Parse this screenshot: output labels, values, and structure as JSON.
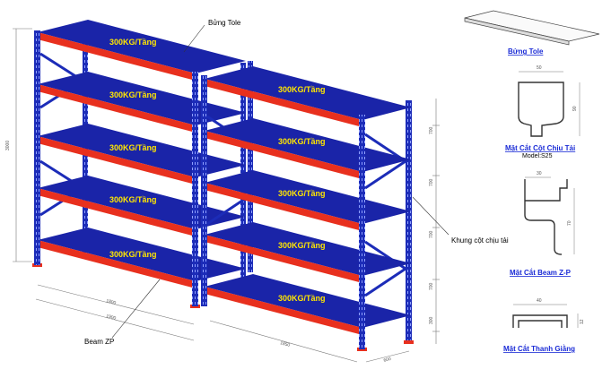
{
  "callouts": {
    "bung_tole": "Bửng Tole",
    "khung_cot": "Khung cột chịu tải",
    "beam_zp": "Beam ZP"
  },
  "load_label": "300KG/Tầng",
  "dimensions": {
    "total_height": "3000",
    "width_a": "1800",
    "width_b": "1900",
    "width_c": "1850",
    "depth": "600",
    "level_pitch": [
      "700",
      "700",
      "700",
      "700",
      "300"
    ]
  },
  "sections": {
    "tole": {
      "caption": "Bửng Tole"
    },
    "column": {
      "caption": "Mặt Cắt Cột Chịu Tải",
      "model": "Model:S25",
      "dim_w": "50",
      "dim_h": "90"
    },
    "beam": {
      "caption": "Mặt Cắt Beam Z-P",
      "dim_w": "30",
      "dim_h": "70"
    },
    "brace": {
      "caption": "Mặt Cắt Thanh Giằng",
      "dim_w": "40",
      "dim_h": "12"
    }
  },
  "colors": {
    "deck": "#1a24a8",
    "beam": "#e8301e",
    "frame": "#1c2cb8",
    "label": "#ffe600",
    "caption": "#1a2bd6"
  }
}
